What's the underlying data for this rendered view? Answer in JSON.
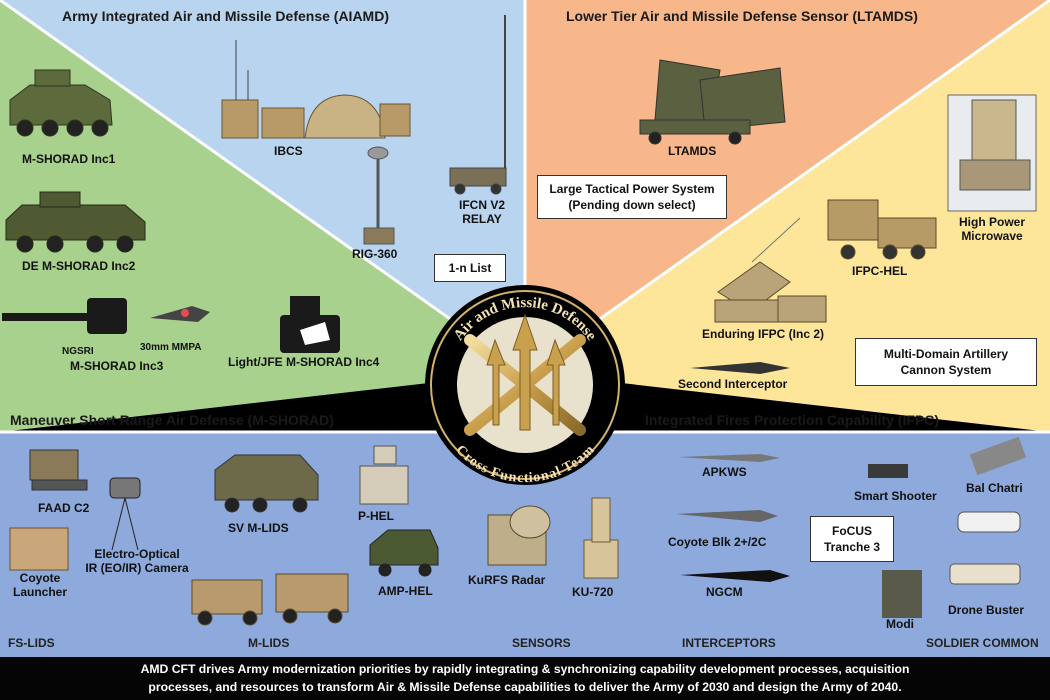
{
  "quadrants": {
    "aiamd": {
      "title": "Army Integrated Air and Missile Defense (AIAMD)",
      "items": {
        "ibcs": "IBCS",
        "rig360": "RIG-360",
        "ifcn": "IFCN V2",
        "relay": "RELAY"
      },
      "box": "1-n List"
    },
    "ltamds": {
      "title": "Lower Tier Air and Missile Defense Sensor (LTAMDS)",
      "items": {
        "ltamds": "LTAMDS",
        "hpm1": "High Power",
        "hpm2": "Microwave"
      },
      "box_line1": "Large Tactical Power System",
      "box_line2": "(Pending down select)"
    },
    "mshorad": {
      "title": "Maneuver Short Range Air Defense (M-SHORAD)",
      "items": {
        "inc1": "M-SHORAD Inc1",
        "inc2": "DE M-SHORAD Inc2",
        "ngsri": "NGSRI",
        "mmpa": "30mm MMPA",
        "inc3": "M-SHORAD Inc3",
        "inc4": "Light/JFE M-SHORAD Inc4"
      }
    },
    "ifpc": {
      "title": "Integrated Fires Protection Capability (IFPC)",
      "items": {
        "hel": "IFPC-HEL",
        "enduring": "Enduring IFPC (Inc 2)",
        "second": "Second Interceptor"
      },
      "box_line1": "Multi-Domain Artillery",
      "box_line2": "Cannon System"
    }
  },
  "emblem": {
    "top": "Air and Missile Defense",
    "bottom": "Cross Functional Team"
  },
  "bottom": {
    "fslids": {
      "faad": "FAAD C2",
      "eo1": "Electro-Optical",
      "eo2": "IR (EO/IR) Camera",
      "coyote1": "Coyote",
      "coyote2": "Launcher",
      "section": "FS-LIDS"
    },
    "mlids": {
      "sv": "SV M-LIDS",
      "phel": "P-HEL",
      "amphel": "AMP-HEL",
      "section": "M-LIDS"
    },
    "sensors": {
      "kurfs": "KuRFS Radar",
      "ku720": "KU-720",
      "section": "SENSORS"
    },
    "interceptors": {
      "apkws": "APKWS",
      "coyote": "Coyote Blk 2+/2C",
      "ngcm": "NGCM",
      "section": "INTERCEPTORS"
    },
    "soldier": {
      "smart": "Smart Shooter",
      "bal": "Bal Chatri",
      "focus1": "FoCUS",
      "focus2": "Tranche 3",
      "modi": "Modi",
      "drone": "Drone Buster",
      "section": "SOLDIER COMMON"
    }
  },
  "footer": {
    "line1": "AMD CFT drives Army modernization priorities by rapidly integrating & synchronizing capability development processes, acquisition",
    "line2": "processes, and resources to transform Air & Missile Defense capabilities to deliver the Army of 2030 and design the Army of 2040."
  },
  "colors": {
    "aiamd_bg": "#b9d4ee",
    "ltamds_bg": "#f7b78a",
    "mshorad_bg": "#a9d18e",
    "ifpc_bg": "#fde59a",
    "bottom_bg": "#8ea9db",
    "emblem_gold": "#d4b36a"
  }
}
